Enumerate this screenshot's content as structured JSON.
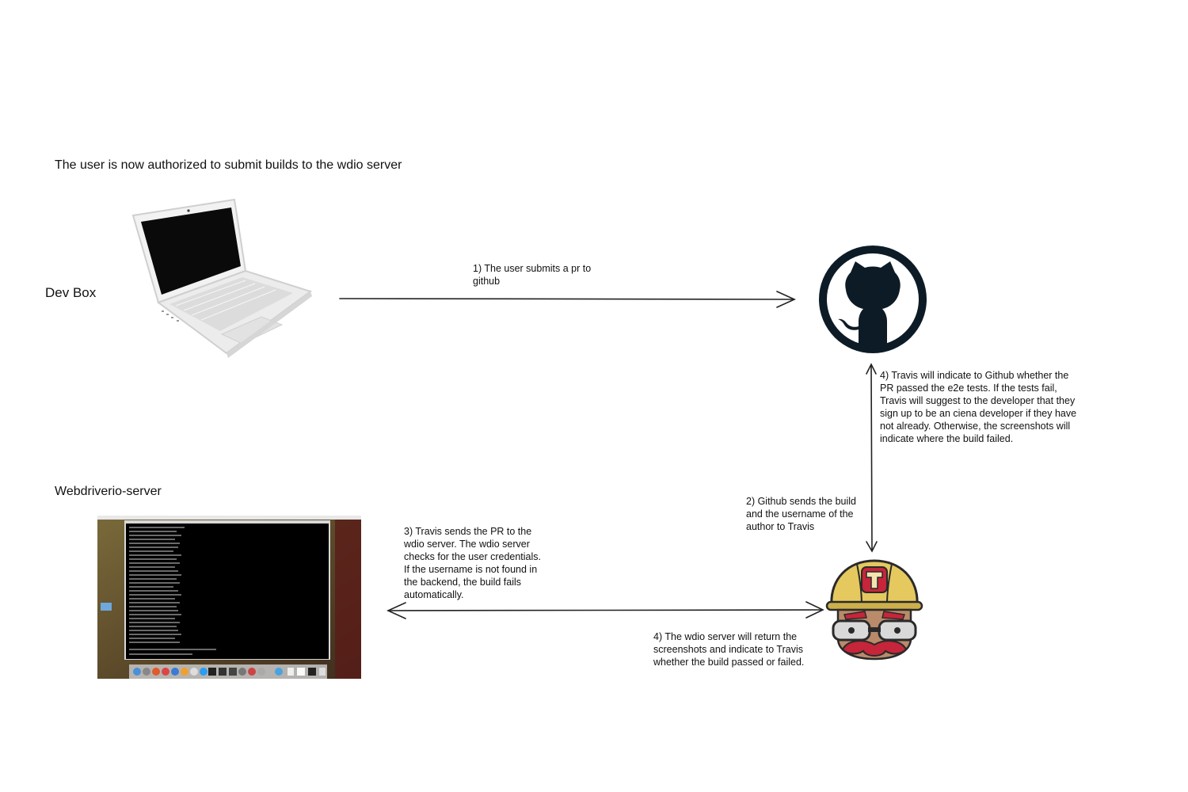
{
  "title": "The user is now authorized to submit builds to the wdio server",
  "nodes": {
    "dev_box": {
      "label": "Dev Box",
      "icon": "laptop-icon"
    },
    "github": {
      "icon": "github-octocat-icon",
      "color": "#0d1b26"
    },
    "travis": {
      "icon": "travis-ci-mascot-icon"
    },
    "wdio_server": {
      "label": "Webdriverio-server",
      "icon": "desktop-terminal-screenshot"
    }
  },
  "steps": {
    "submit_pr": "1) The user submits a pr to\ngithub",
    "github_to_travis": "2) Github sends the build\nand the username of the\nauthor to Travis",
    "travis_to_wdio": "3) Travis sends the PR to the\nwdio server. The wdio server\nchecks for the user credentials.\nIf the username is not found in\nthe backend, the build fails\nautomatically.",
    "travis_to_github": "4) Travis will indicate to Github whether the\nPR passed the e2e tests. If the tests fail,\nTravis will suggest to the developer that they\nsign up to be an ciena developer if they have\nnot already. Otherwise, the screenshots will\nindicate where the build failed.",
    "wdio_to_travis": "4) The wdio server will return the\nscreenshots and indicate to Travis\nwhether the build passed or failed."
  },
  "colors": {
    "arrow": "#222222",
    "github_dark": "#0d1b26",
    "travis_helmet": "#e5c95f",
    "travis_red": "#c6253a",
    "terminal_bg": "#000000"
  }
}
